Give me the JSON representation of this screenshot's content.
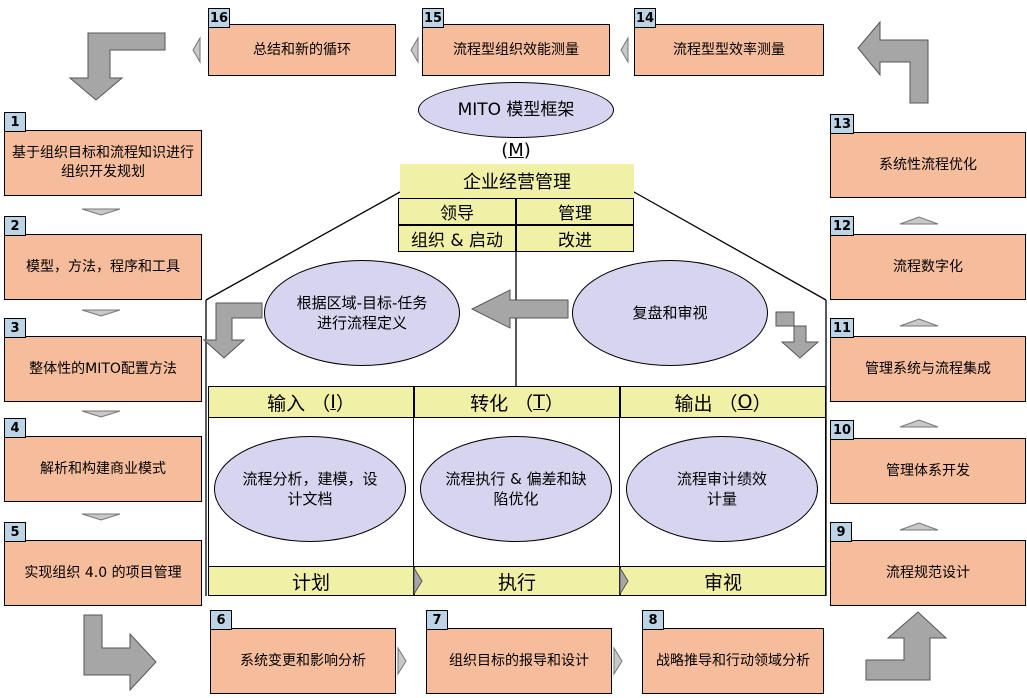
{
  "top_boxes": [
    {
      "num": "16",
      "label": "总结和新的循环"
    },
    {
      "num": "15",
      "label": "流程型组织效能测量"
    },
    {
      "num": "14",
      "label": "流程型型效率测量"
    }
  ],
  "left_boxes": [
    {
      "num": "1",
      "label": "基于组织目标和流程知识进行组织开发规划"
    },
    {
      "num": "2",
      "label": "模型，方法，程序和工具"
    },
    {
      "num": "3",
      "label": "整体性的MITO配置方法"
    },
    {
      "num": "4",
      "label": "解析和构建商业模式"
    },
    {
      "num": "5",
      "label": "实现组织 4.0 的项目管理"
    }
  ],
  "right_boxes": [
    {
      "num": "13",
      "label": "系统性流程优化"
    },
    {
      "num": "12",
      "label": "流程数字化"
    },
    {
      "num": "11",
      "label": "管理系统与流程集成"
    },
    {
      "num": "10",
      "label": "管理体系开发"
    },
    {
      "num": "9",
      "label": "流程规范设计"
    }
  ],
  "bottom_boxes": [
    {
      "num": "6",
      "label": "系统变更和影响分析"
    },
    {
      "num": "7",
      "label": "组织目标的报导和设计"
    },
    {
      "num": "8",
      "label": "战略推导和行动领域分析"
    }
  ],
  "center": {
    "title": "MITO 模型框架",
    "m_letter": "M",
    "m_paren_open": "(",
    "m_paren_close": ")",
    "management": "企业经营管理",
    "grid": {
      "lead": "领导",
      "manage": "管理",
      "org": "组织 & 启动",
      "improve": "改进"
    },
    "ellipse_define": "根据区域-目标-任务进行流程定义",
    "ellipse_review": "复盘和审视",
    "headers": [
      {
        "text": "输入 （",
        "letter": "I",
        "close": "）"
      },
      {
        "text": "转化 （",
        "letter": "T",
        "close": "）"
      },
      {
        "text": "输出 （",
        "letter": "O",
        "close": "）"
      }
    ],
    "ellipses": [
      "流程分析，建模，设计文档",
      "流程执行 & 偏差和缺陷优化",
      "流程审计绩效计量"
    ],
    "footer": [
      "计划",
      "执行",
      "审视"
    ]
  },
  "colors": {
    "box_fill": "#f6bd9c",
    "num_fill": "#bcd4e6",
    "yellow_fill": "#f0f0a6",
    "ellipse_fill": "#d6d4ef",
    "arrow_fill": "#a6a6a6"
  }
}
